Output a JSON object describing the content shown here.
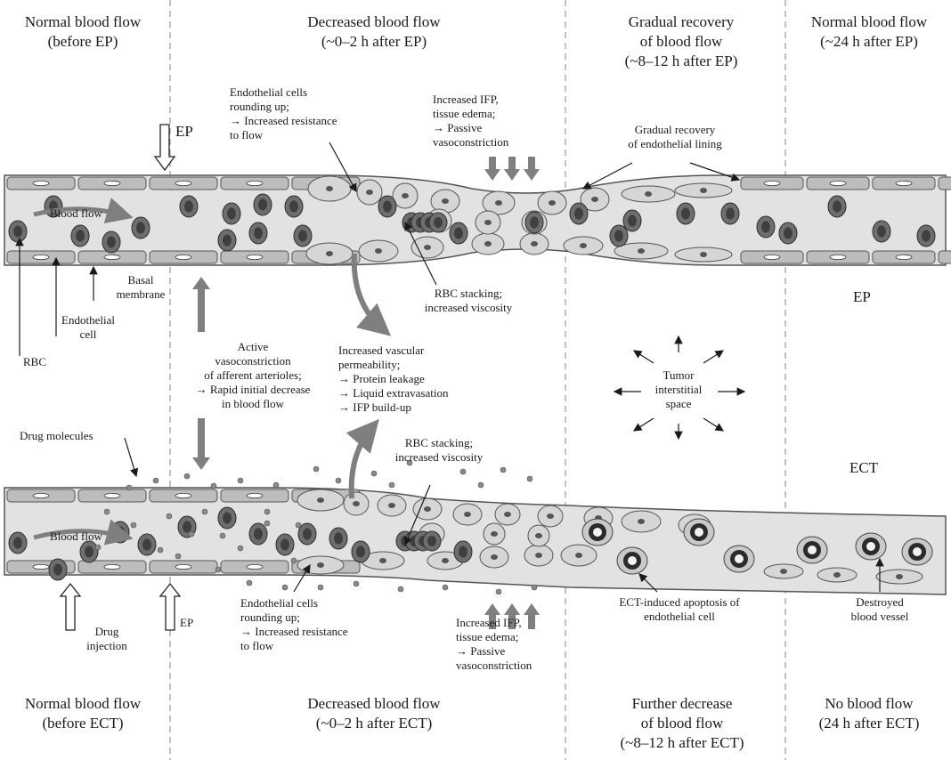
{
  "top_headers": {
    "col1": "Normal blood flow\n(before EP)",
    "col2": "Decreased blood flow\n(~0–2 h after EP)",
    "col3": "Gradual recovery\nof blood flow\n(~8–12 h after EP)",
    "col4": "Normal blood flow\n(~24 h after EP)"
  },
  "bottom_headers": {
    "col1": "Normal blood flow\n(before ECT)",
    "col2": "Decreased blood flow\n(~0–2 h after ECT)",
    "col3": "Further decrease\nof blood flow\n(~8–12 h after ECT)",
    "col4": "No blood flow\n(24 h after ECT)"
  },
  "side_labels": {
    "ep": "EP",
    "ect": "ECT"
  },
  "labels": {
    "ep_arrow": "EP",
    "blood_flow_top": "Blood flow",
    "blood_flow_bottom": "Blood flow",
    "basal_membrane": "Basal\nmembrane",
    "endothelial_cell": "Endothelial\ncell",
    "rbc": "RBC",
    "endo_rounding_top": "Endothelial cells\nrounding up;\n→ Increased resistance\n    to flow",
    "ifp_top": "Increased IFP,\ntissue edema;\n→ Passive\n    vasoconstriction",
    "recovery_lining": "Gradual recovery\nof endothelial lining",
    "rbc_stacking_top": "RBC stacking;\nincreased viscosity",
    "active_vasoconstriction": "Active\nvasoconstriction\nof afferent arterioles;\n→ Rapid initial decrease\n    in blood flow",
    "vascular_permeability": "Increased vascular\npermeability;\n→ Protein leakage\n→ Liquid extravasation\n→ IFP build-up",
    "tumor_space": "Tumor\ninterstitial\nspace",
    "drug_molecules": "Drug molecules",
    "rbc_stacking_bottom": "RBC stacking;\nincreased viscosity",
    "drug_injection": "Drug\ninjection",
    "ep_arrow_bottom": "EP",
    "endo_rounding_bottom": "Endothelial cells\nrounding up;\n→ Increased resistance\n    to flow",
    "ifp_bottom": "Increased IFP,\ntissue edema;\n→ Passive\n    vasoconstriction",
    "ect_apoptosis": "ECT-induced apoptosis of\nendothelial cell",
    "destroyed_vessel": "Destroyed\nblood vessel"
  },
  "colors": {
    "vessel_fill": "#e2e2e2",
    "wall_cell": "#bdbdbd",
    "rbc_fill": "#6e6e6e",
    "rbc_core": "#3f3f3f",
    "arrow_gray": "#7f7f7f",
    "divider": "#9a9a9a"
  }
}
